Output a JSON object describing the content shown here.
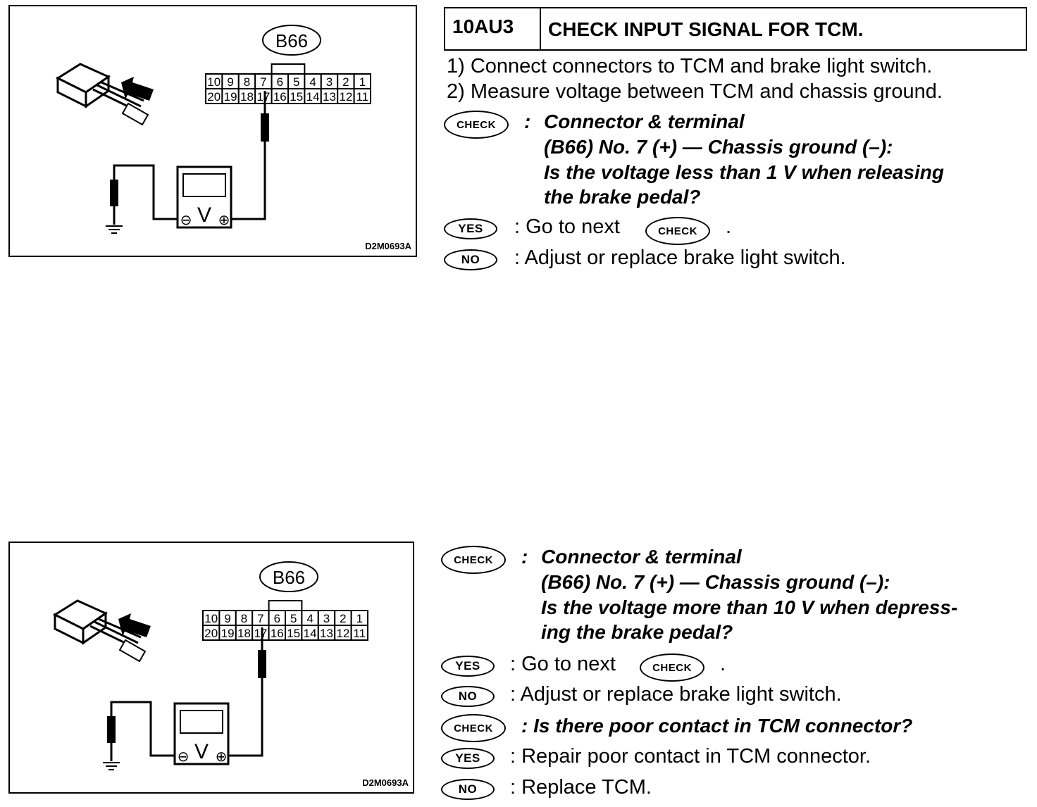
{
  "header": {
    "step": "10AU3",
    "title": "CHECK INPUT SIGNAL FOR TCM."
  },
  "figure": {
    "connector_label": "B66",
    "top_row": [
      "10",
      "9",
      "8",
      "7",
      "6",
      "5",
      "4",
      "3",
      "2",
      "1"
    ],
    "bottom_row": [
      "20",
      "19",
      "18",
      "17",
      "16",
      "15",
      "14",
      "13",
      "12",
      "11"
    ],
    "meter_symbol": "V",
    "minus": "⊖",
    "plus": "⊕",
    "code": "D2M0693A"
  },
  "badges": {
    "check": "CHECK",
    "yes": "YES",
    "no": "NO"
  },
  "steps": [
    "1)  Connect connectors to TCM and brake light switch.",
    "2)  Measure voltage between TCM and chassis ground."
  ],
  "check1": {
    "colon": ":",
    "line1": "Connector & terminal",
    "line2": "(B66) No. 7 (+) — Chassis ground (–):",
    "line3": "Is the voltage less than 1 V when releasing",
    "line4": "the brake pedal?"
  },
  "yes1": {
    "prefix": ":  Go to next",
    "suffix": "."
  },
  "no1": ":  Adjust or replace brake light switch.",
  "check2": {
    "colon": ":",
    "line1": "Connector & terminal",
    "line2": "(B66) No. 7 (+) — Chassis ground (–):",
    "line3": "Is the voltage more than 10 V when depress-",
    "line4": "ing the brake pedal?"
  },
  "yes2": {
    "prefix": ": Go to next",
    "suffix": "."
  },
  "no2": ": Adjust or replace brake light switch.",
  "check3": ": Is there poor contact in TCM connector?",
  "yes3": ": Repair poor contact in TCM connector.",
  "no3": ": Replace TCM."
}
